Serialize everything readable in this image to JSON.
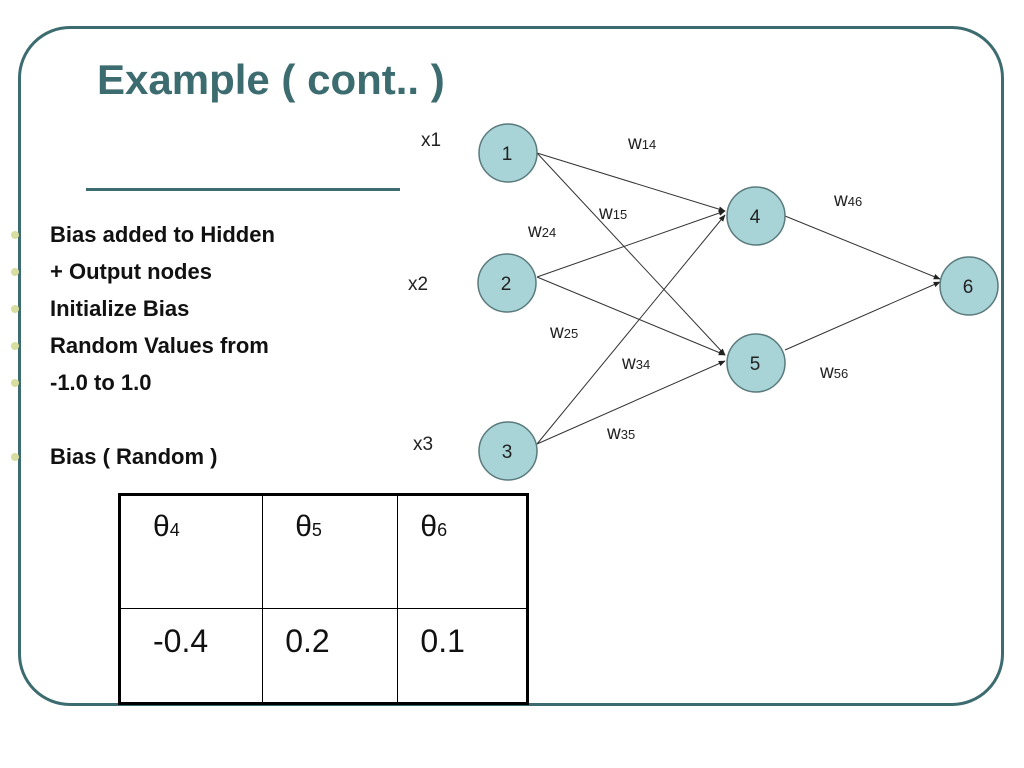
{
  "slide": {
    "title": "Example ( cont.. )",
    "bullets": [
      "Bias added to Hidden",
      "+ Output nodes",
      "Initialize Bias",
      "Random Values from",
      "-1.0 to 1.0",
      "Bias ( Random )"
    ]
  },
  "network": {
    "nodes": [
      "1",
      "2",
      "3",
      "4",
      "5",
      "6"
    ],
    "inputs": [
      "x1",
      "x2",
      "x3"
    ],
    "weights": {
      "w14": "14",
      "w15": "15",
      "w24": "24",
      "w25": "25",
      "w34": "34",
      "w35": "35",
      "w46": "46",
      "w56": "56"
    }
  },
  "bias_table": {
    "headers": [
      {
        "symbol": "θ",
        "sub": "4"
      },
      {
        "symbol": "θ",
        "sub": "5"
      },
      {
        "symbol": "θ",
        "sub": "6"
      }
    ],
    "values": [
      "-0.4",
      "0.2",
      "0.1"
    ]
  },
  "colors": {
    "frame": "#3c6c70",
    "title": "#3c6c70",
    "node_fill": "#a8d4d8",
    "node_stroke": "#5a7a7c",
    "bullet": "#d8dda0"
  }
}
